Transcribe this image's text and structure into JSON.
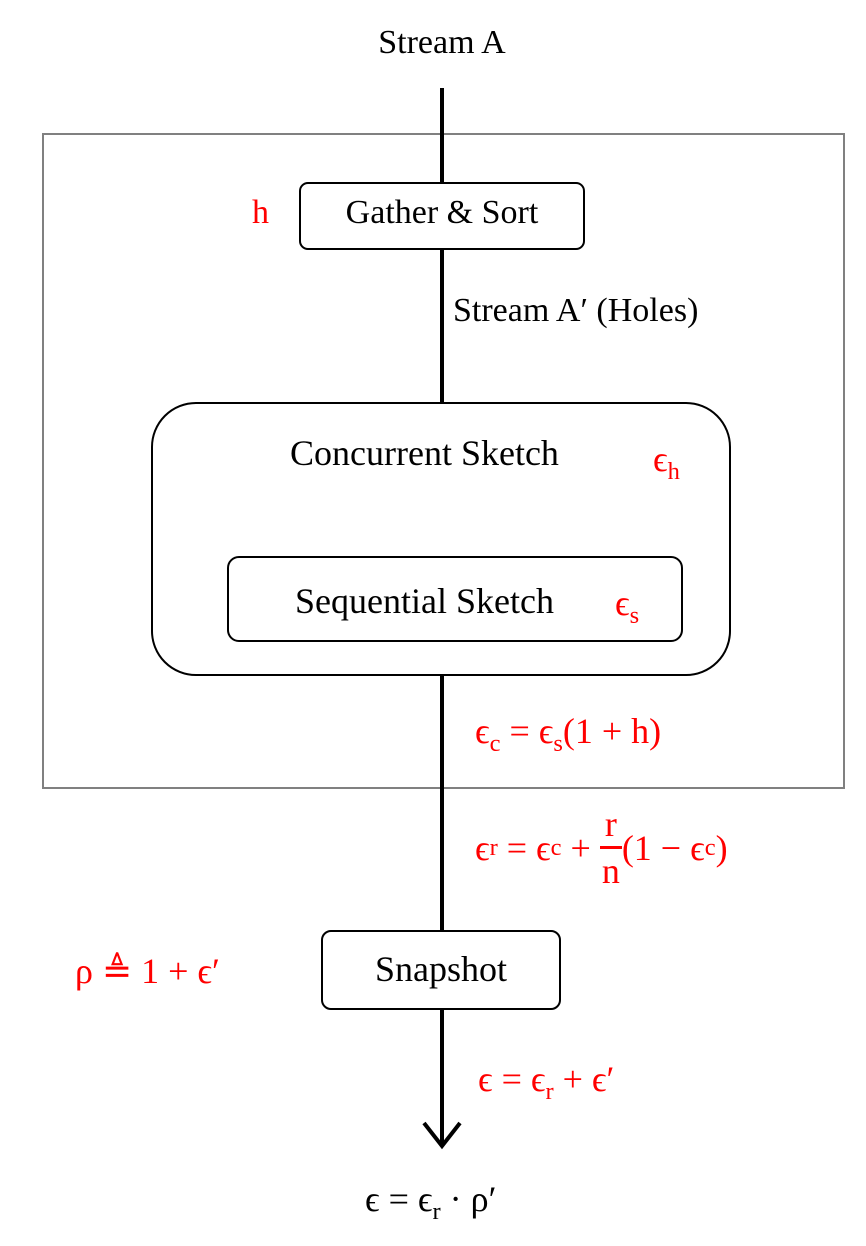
{
  "diagram": {
    "input_label": "Stream A",
    "stage_gather": {
      "label": "Gather & Sort",
      "param": "h"
    },
    "intermediate_label": "Stream A′ (Holes)",
    "concurrent_sketch": {
      "label": "Concurrent Sketch",
      "error_base": "ϵ",
      "error_sub": "h"
    },
    "sequential_sketch": {
      "label": "Sequential Sketch",
      "error_base": "ϵ",
      "error_sub": "s"
    },
    "formula_concurrent": {
      "lhs": "ϵ",
      "lhs_sub": "c",
      "eq": " = ",
      "rhs_base": "ϵ",
      "rhs_sub": "s",
      "rhs_tail": "(1 + h)"
    },
    "formula_relaxed": {
      "lhs": "ϵ",
      "lhs_sub": "r",
      "eq": " = ",
      "term1": "ϵ",
      "term1_sub": "c",
      "plus": " + ",
      "frac_num": "r",
      "frac_den": "n",
      "tail_open": "(1 − ϵ",
      "tail_sub": "c",
      "tail_close": ")"
    },
    "snapshot": {
      "label": "Snapshot",
      "param": "ρ ≜ 1 + ϵ′"
    },
    "formula_final_red": {
      "lhs": "ϵ",
      "eq": " = ",
      "term1": "ϵ",
      "term1_sub": "r",
      "tail": " + ϵ′"
    },
    "output_formula": {
      "lhs": "ϵ",
      "eq": " = ",
      "term1": "ϵ",
      "term1_sub": "r",
      "tail": " · ρ′"
    },
    "colors": {
      "annotation": "#ff0000",
      "text": "#000000",
      "frame": "#808080"
    }
  }
}
